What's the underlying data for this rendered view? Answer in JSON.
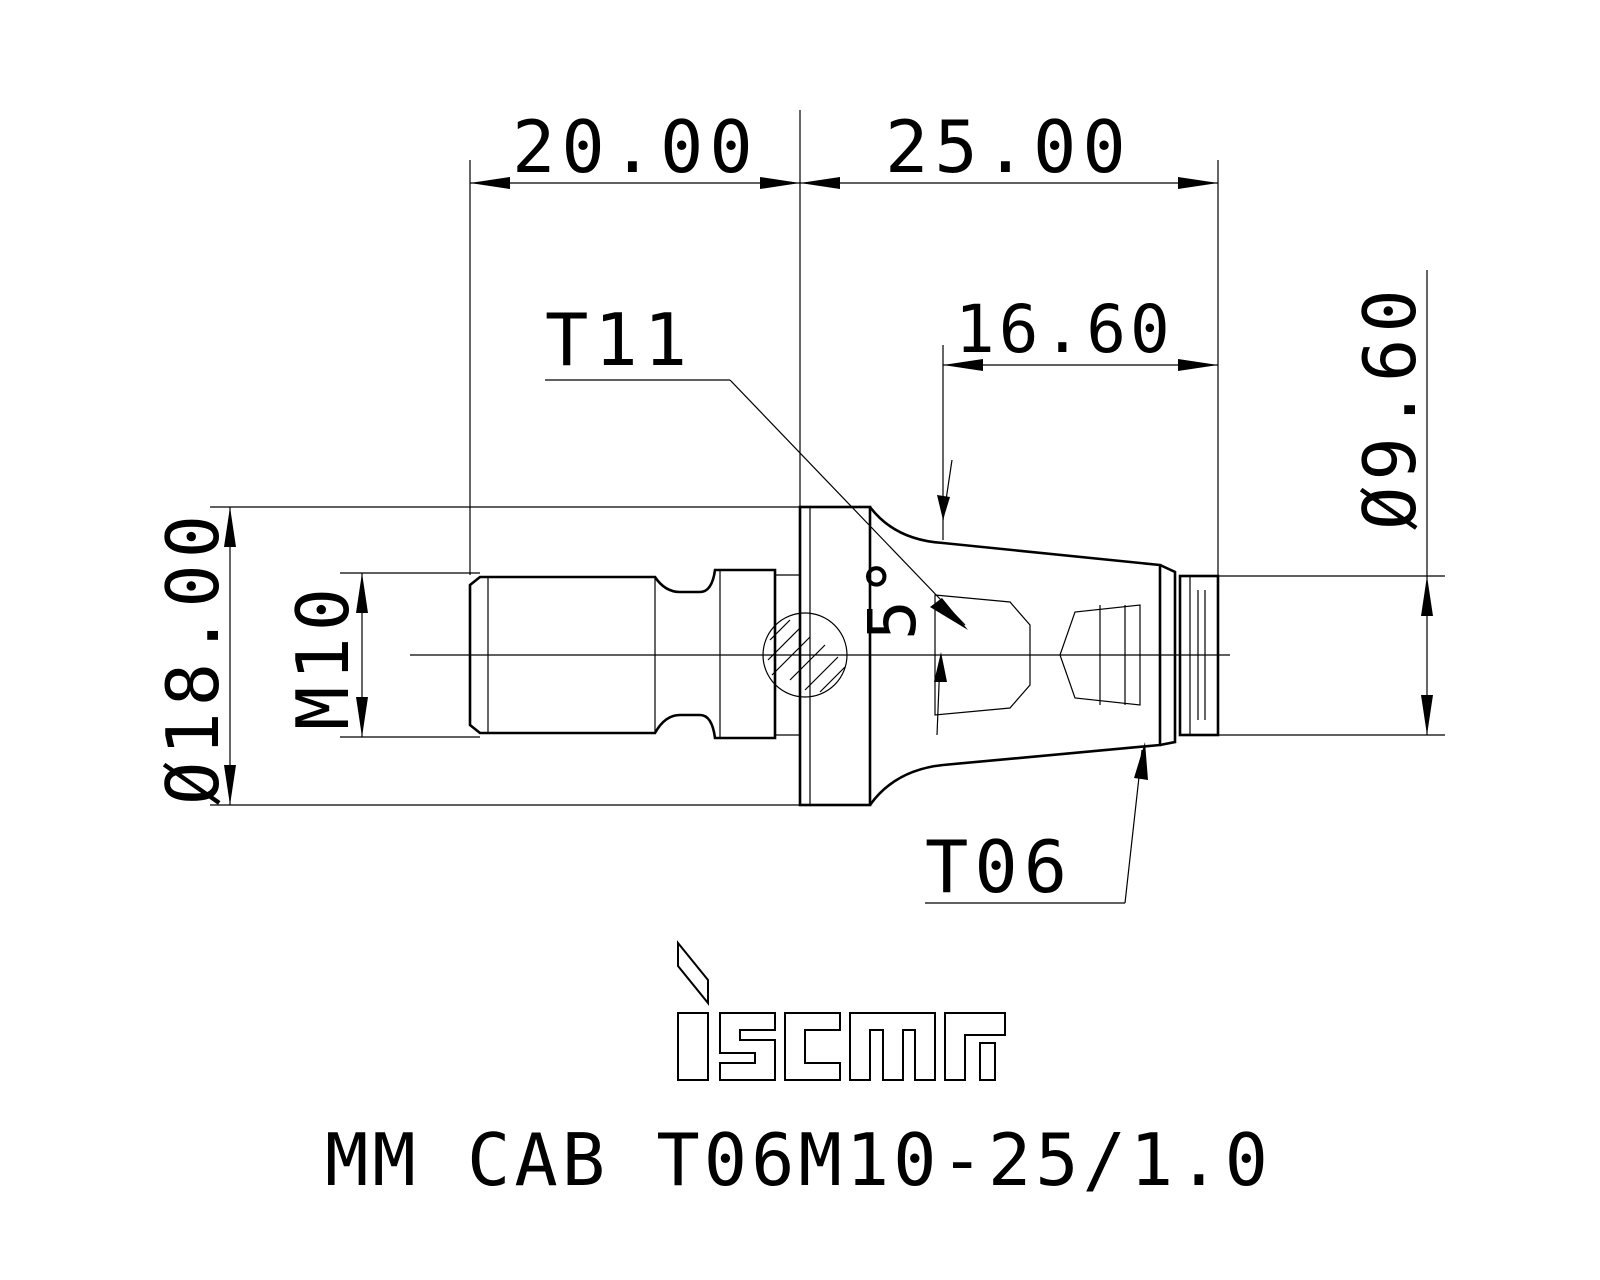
{
  "dimensions": {
    "length_shank": "20.00",
    "length_head": "25.00",
    "length_taper": "16.60",
    "diameter_front": "Ø9.60",
    "diameter_flange": "Ø18.00",
    "thread": "M10",
    "angle": "5°"
  },
  "callouts": {
    "upper": "T11",
    "lower": "T06"
  },
  "brand": {
    "logo_text": "iscar"
  },
  "title": "MM CAB T06M10-25/1.0"
}
